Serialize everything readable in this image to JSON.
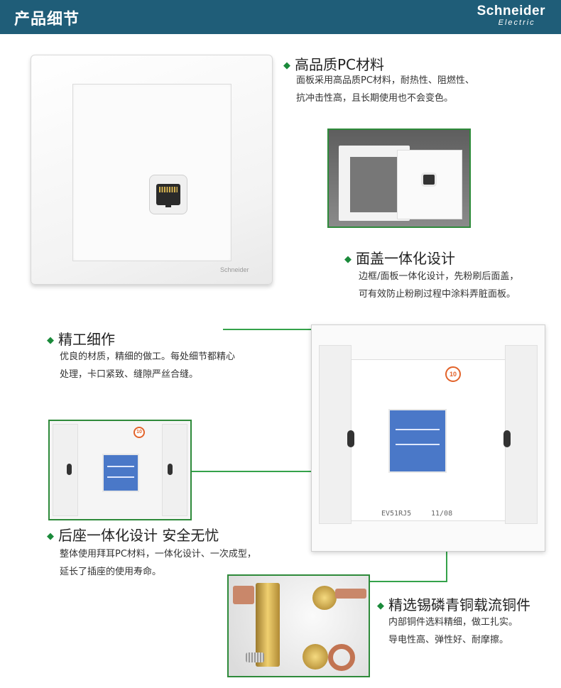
{
  "header": {
    "title": "产品细节",
    "brand_main": "Schneider",
    "brand_sub": "Electric"
  },
  "features": [
    {
      "title": "高品质PC材料",
      "desc": [
        "面板采用高品质PC材料，耐热性、阻燃性、",
        "抗冲击性高，且长期使用也不会变色。"
      ]
    },
    {
      "title": "面盖一体化设计",
      "desc": [
        "边框/面板一体化设计，先粉刷后面盖，",
        "可有效防止粉刷过程中涂料弄脏面板。"
      ]
    },
    {
      "title": "精工细作",
      "desc": [
        "优良的材质，精细的做工。每处细节都精心",
        "处理，卡口紧致、缝隙严丝合缝。"
      ]
    },
    {
      "title": "后座一体化设计 安全无忧",
      "desc": [
        "整体使用拜耳PC材料，一体化设计、一次成型，",
        "延长了插座的使用寿命。"
      ]
    },
    {
      "title": "精选锡磷青铜载流铜件",
      "desc": [
        "内部铜件选料精细，做工扎实。",
        "导电性高、弹性好、耐摩擦。"
      ]
    }
  ],
  "product": {
    "panel_logo": "Schneider",
    "back_model": "EV51RJ5",
    "back_date": "11/08",
    "badge": "10"
  },
  "colors": {
    "header_bg": "#1f5d78",
    "accent_green": "#34a24a",
    "module_blue": "#4a78c8"
  }
}
